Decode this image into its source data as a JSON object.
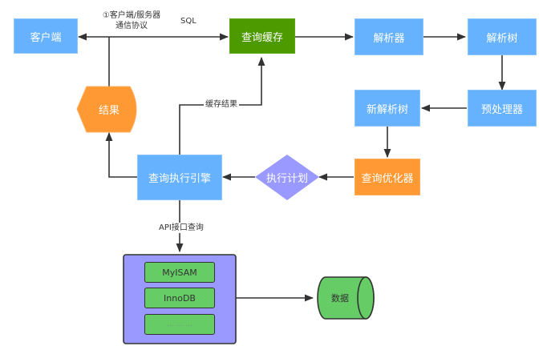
{
  "nodes": {
    "client": "客户端",
    "query_cache": "查询缓存",
    "parser": "解析器",
    "parse_tree": "解析树",
    "preprocessor": "预处理器",
    "new_parse_tree": "新解析树",
    "query_optimizer": "查询优化器",
    "execution_plan": "执行计划",
    "query_execution_engine": "查询执行引擎",
    "result": "结果",
    "data": "数据"
  },
  "storage_engines": [
    "MyISAM",
    "InnoDB",
    "... ... ..."
  ],
  "edge_labels": {
    "protocol_line1": "①客户端/服务器",
    "protocol_line2": "通信协议",
    "sql": "SQL",
    "cache_result": "缓存结果",
    "api_query": "API接口查询"
  },
  "colors": {
    "process_blue": "#66b2ff",
    "cache_green": "#4d9900",
    "optimizer_orange": "#ff9933",
    "plan_purple": "#9999ff",
    "storage_box": "#9999ff",
    "engine_green": "#66cc66",
    "line": "#333333"
  }
}
